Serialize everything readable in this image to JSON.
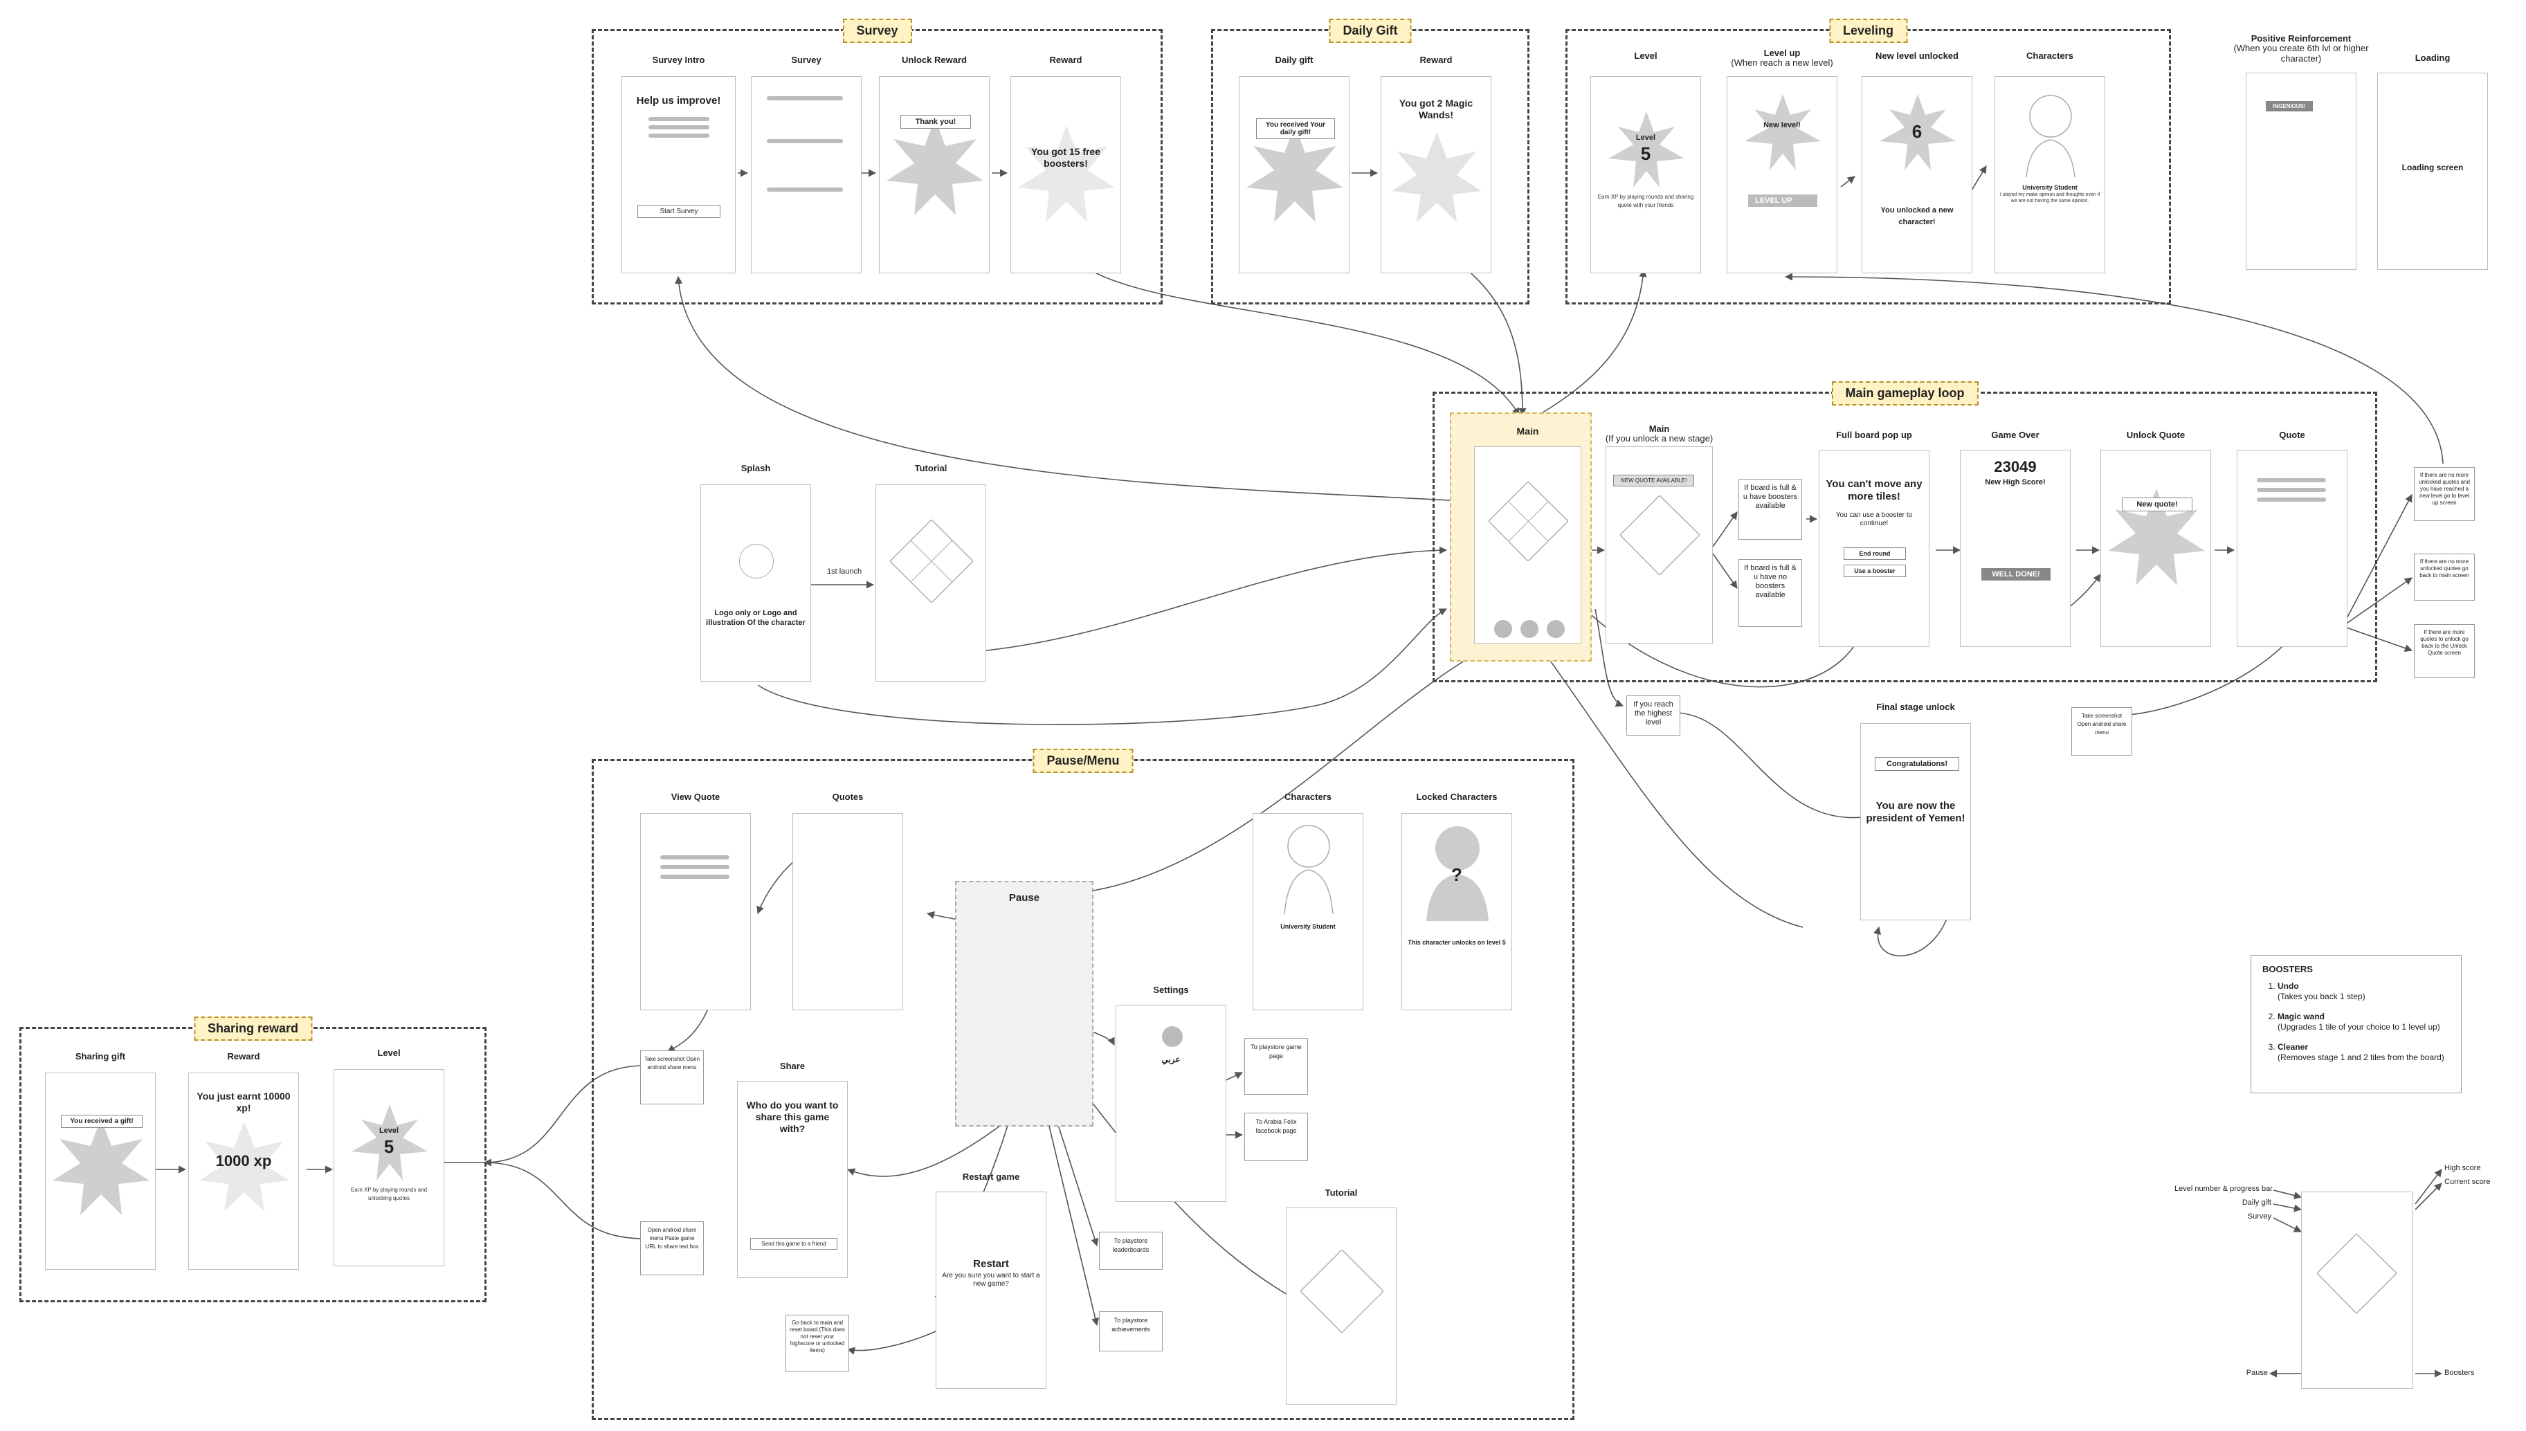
{
  "groups": {
    "survey": "Survey",
    "daily_gift": "Daily Gift",
    "leveling": "Leveling",
    "main_loop": "Main gameplay loop",
    "pause_menu": "Pause/Menu",
    "sharing_reward": "Sharing reward"
  },
  "survey": {
    "intro_title": "Survey Intro",
    "intro_heading": "Help us improve!",
    "intro_button": "Start Survey",
    "survey_title": "Survey",
    "unlock_title": "Unlock Reward",
    "unlock_banner": "Thank you!",
    "reward_title": "Reward",
    "reward_text": "You got 15 free boosters!"
  },
  "daily_gift": {
    "gift_title": "Daily gift",
    "gift_banner": "You received Your daily gift!",
    "reward_title": "Reward",
    "reward_text": "You got 2 Magic Wands!"
  },
  "leveling": {
    "level_title": "Level",
    "level_label": "Level",
    "level_number": "5",
    "level_caption": "Earn XP by playing rounds and sharing quote with your friends",
    "levelup_title": "Level up",
    "levelup_subtitle": "(When reach a new level)",
    "levelup_text": "New level!",
    "levelup_button": "LEVEL UP",
    "unlocked_title": "New level unlocked",
    "unlocked_number": "6",
    "unlocked_banner": "You unlocked a new character!",
    "characters_title": "Characters",
    "char_name": "University Student",
    "char_desc": "I stayed my make opinion and thoughts even if we are not having the same opinion."
  },
  "positive": {
    "title": "Positive Reinforcement",
    "subtitle": "(When you create 6th lvl or higher character)",
    "banner": "INGENIOUS!"
  },
  "loading": {
    "title": "Loading",
    "text": "Loading screen"
  },
  "splash": {
    "title": "Splash",
    "text": "Logo only or Logo and illustration Of the character",
    "edge": "1st launch"
  },
  "tutorial": {
    "title": "Tutorial"
  },
  "main_loop": {
    "main_title": "Main",
    "main2_title": "Main",
    "main2_subtitle": "(If you unlock a new stage)",
    "new_quote_tag": "NEW QUOTE AVAILABLE!",
    "note_boosters": "If board is full & u have boosters available",
    "note_no_boosters": "If board is full & u have no boosters available",
    "full_title": "Full board pop up",
    "full_heading": "You can't move any more tiles!",
    "full_sub": "You can use a booster to continue!",
    "full_btn1": "End round",
    "full_btn2": "Use a booster",
    "gameover_title": "Game Over",
    "gameover_score": "23049",
    "gameover_high": "New High Score!",
    "gameover_done": "WELL DONE!",
    "unlockq_title": "Unlock Quote",
    "unlockq_banner": "New quote!",
    "quote_title": "Quote"
  },
  "side_notes": {
    "n1": "If there are no more unlocked quotes and you have reached a new level go to level up screen",
    "n2": "If there are no more unlocked quotes go back to main screen",
    "n3": "If there are more quotes to unlock go back to the Unlock Quote screen",
    "share_note": "Take screenshot Open android share menu"
  },
  "highest": "If you reach the highest level",
  "final": {
    "title": "Final stage unlock",
    "banner": "Congratulations!",
    "text": "You are now the president of Yemen!"
  },
  "pause_menu": {
    "view_quote_title": "View Quote",
    "quotes_title": "Quotes",
    "pause_title": "Pause",
    "settings_title": "Settings",
    "settings_lang": "عربي",
    "characters_title": "Characters",
    "char_name": "University Student",
    "locked_title": "Locked Characters",
    "locked_q": "?",
    "locked_text": "This character unlocks on level 5",
    "share_title": "Share",
    "share_heading": "Who do you want to share this game with?",
    "share_btn": "Send this game to a friend",
    "restart_title": "Restart game",
    "restart_heading": "Restart",
    "restart_text": "Are you sure you want to start a new game?",
    "tutorial_title": "Tutorial",
    "to_playstore": "To playstore game page",
    "to_facebook": "To Arabia Felix facebook page",
    "to_leaderboards": "To playstore leaderboards",
    "to_achievements": "To playstore achievements",
    "go_back": "Go back to main and reset board (This does not reset your highscore or unlocked items)",
    "vq_note": "Take screenshot Open android share menu",
    "share_note": "Open android share menu Paste game URL to share text box"
  },
  "sharing": {
    "gift_title": "Sharing gift",
    "gift_banner": "You received a gift!",
    "reward_title": "Reward",
    "reward_text": "You just earnt 10000 xp!",
    "reward_xp": "1000 xp",
    "level_title": "Level",
    "level_label": "Level",
    "level_number": "5",
    "level_caption": "Earn XP by playing rounds and unlocking quotes"
  },
  "boosters": {
    "title": "BOOSTERS",
    "items": [
      {
        "num": "1.",
        "name": "Undo",
        "desc": "(Takes you back 1 step)"
      },
      {
        "num": "2.",
        "name": "Magic wand",
        "desc": "(Upgrades 1 tile of your choice to 1 level up)"
      },
      {
        "num": "3.",
        "name": "Cleaner",
        "desc": "(Removes stage 1 and 2 tiles from the board)"
      }
    ]
  },
  "annotations": {
    "level_bar": "Level number & progress bar",
    "daily_gift": "Daily gift",
    "survey": "Survey",
    "pause": "Pause",
    "high_score": "High score",
    "current_score": "Current score",
    "boosters": "Boosters"
  },
  "colors": {
    "group_tag_bg": "#fff2c4",
    "highlight_bg": "#fdf2d2",
    "wire": "#555555",
    "wireframe_gray": "#bbbbbb"
  }
}
